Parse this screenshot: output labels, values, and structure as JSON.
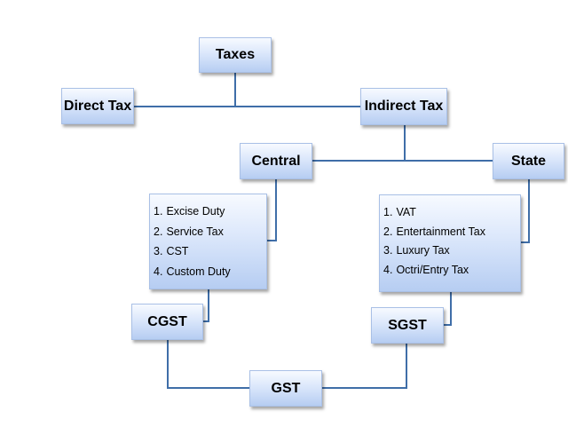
{
  "diagram": {
    "nodes": {
      "taxes": "Taxes",
      "direct_tax": "Direct Tax",
      "indirect_tax": "Indirect Tax",
      "central": "Central",
      "state": "State",
      "cgst": "CGST",
      "sgst": "SGST",
      "gst": "GST"
    },
    "central_list": [
      {
        "num": "1.",
        "text": "Excise Duty"
      },
      {
        "num": "2.",
        "text": "Service Tax"
      },
      {
        "num": "3.",
        "text": "CST"
      },
      {
        "num": "4.",
        "text": "Custom Duty"
      }
    ],
    "state_list": [
      {
        "num": "1.",
        "text": "VAT"
      },
      {
        "num": "2.",
        "text": "Entertainment Tax"
      },
      {
        "num": "3.",
        "text": "Luxury Tax"
      },
      {
        "num": "4.",
        "text": "Octri/Entry Tax"
      }
    ],
    "colors": {
      "connector": "#3f6ea8",
      "box_top": "#f7faff",
      "box_bottom": "#b6cdf2",
      "box_border": "#a9c0e6"
    }
  }
}
